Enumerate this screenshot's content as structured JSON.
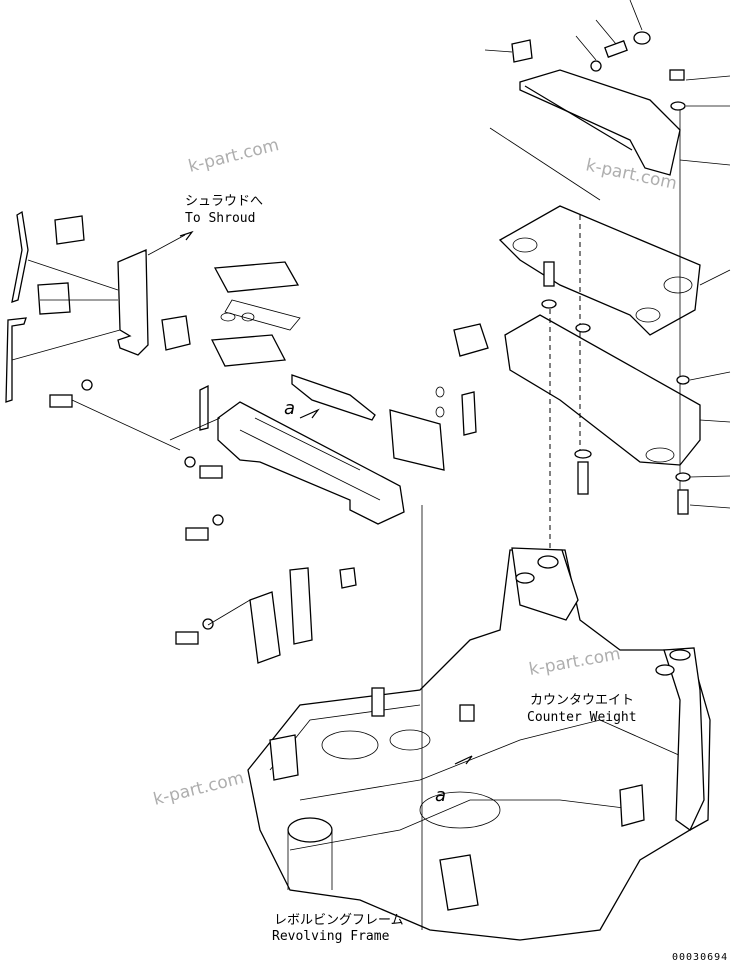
{
  "labels": {
    "shroud_jp": "シュラウドへ",
    "shroud_en": "To Shroud",
    "counter_jp": "カウンタウエイト",
    "counter_en": "Counter Weight",
    "frame_jp": "レボルビングフレーム",
    "frame_en": "Revolving Frame",
    "ref_a1": "a",
    "ref_a2": "a"
  },
  "watermarks": [
    "k-part.com",
    "k-part.com",
    "k-part.com",
    "k-part.com"
  ],
  "illustration_number": "00030694"
}
